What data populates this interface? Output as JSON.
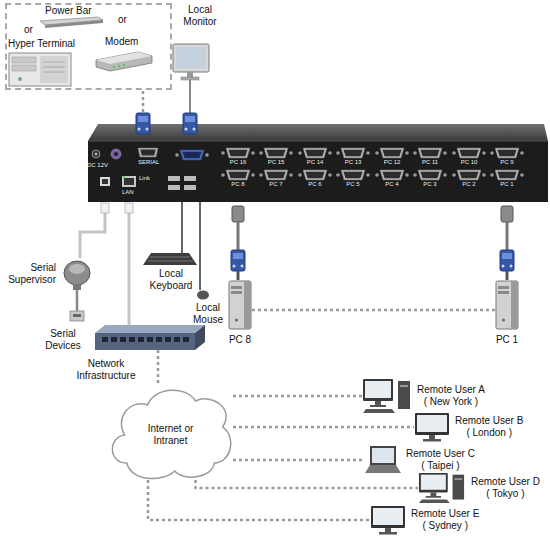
{
  "diagram": {
    "nodes": [
      {
        "text": [
          "Power Bar",
          "or",
          "or",
          "Hyper Terminal",
          "Modem"
        ]
      },
      {
        "text": [
          "PC 8"
        ]
      },
      {
        "text": [
          "PC 1"
        ]
      },
      {
        "text": [
          "Network Infrastructure"
        ]
      },
      {
        "text": [
          "Internet or Intranet"
        ]
      },
      {
        "text": [
          "Remote User A",
          "( New York )"
        ]
      },
      {
        "text": [
          "Remote User B",
          "( London )"
        ]
      },
      {
        "text": [
          "Remote User C",
          "( Taipei )"
        ]
      },
      {
        "text": [
          "Remote User D",
          "( Tokyo )"
        ]
      },
      {
        "text": [
          "Remote User E",
          "( Sydney )"
        ]
      }
    ],
    "edges": [
      {
        "from": 1,
        "to": 2,
        "arrow": "none"
      },
      {
        "from": 3,
        "to": 4,
        "arrow": "none"
      },
      {
        "from": 4,
        "to": 5,
        "arrow": "none"
      },
      {
        "from": 4,
        "to": 6,
        "arrow": "none"
      },
      {
        "from": 4,
        "to": 7,
        "arrow": "none"
      },
      {
        "from": 4,
        "to": 8,
        "arrow": "none"
      },
      {
        "from": 4,
        "to": 9,
        "arrow": "none"
      }
    ],
    "labels": [
      "Local Monitor",
      "Serial Supervisor",
      "Serial Devices",
      "Local Keyboard",
      "Local Mouse",
      "SERIAL",
      "Link",
      "LAN",
      "DC 12V",
      "PC 16",
      "PC 15",
      "PC 14",
      "PC 13",
      "PC 12",
      "PC 11",
      "PC 10",
      "PC 9",
      "PC 8",
      "PC 7",
      "PC 6",
      "PC 5",
      "PC 4",
      "PC 3",
      "PC 2",
      "PC 1"
    ]
  }
}
